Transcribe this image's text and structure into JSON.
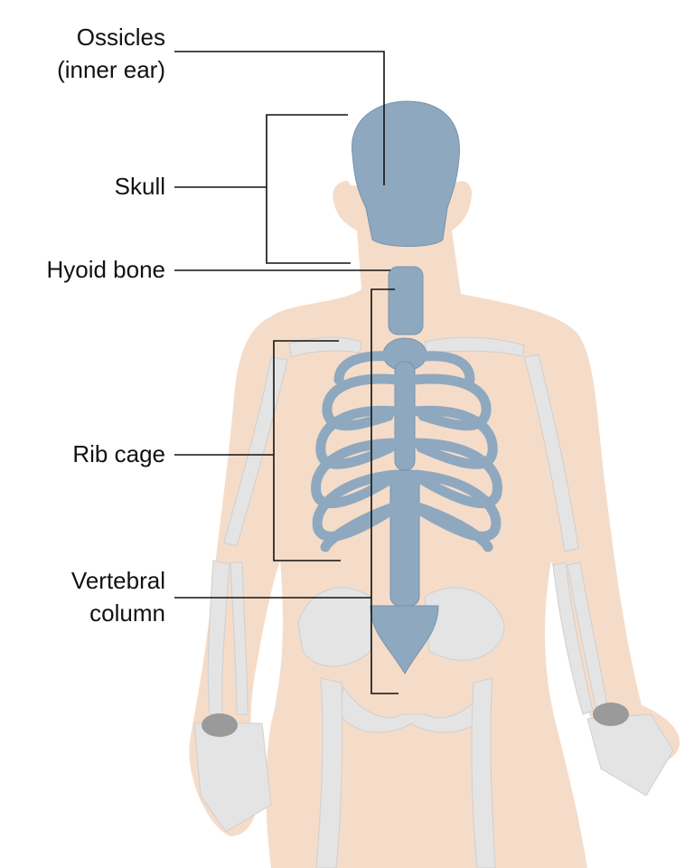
{
  "labels": {
    "ossicles": [
      "Ossicles",
      "(inner ear)"
    ],
    "skull": "Skull",
    "hyoid": "Hyoid bone",
    "rib_cage": "Rib cage",
    "vertebral": [
      "Vertebral",
      "column"
    ]
  },
  "colors": {
    "body": "#f5dcc9",
    "axial_bone": "#8ea9bf",
    "appendicular_bone": "#e4e4e4",
    "leader_line": "#111111"
  }
}
